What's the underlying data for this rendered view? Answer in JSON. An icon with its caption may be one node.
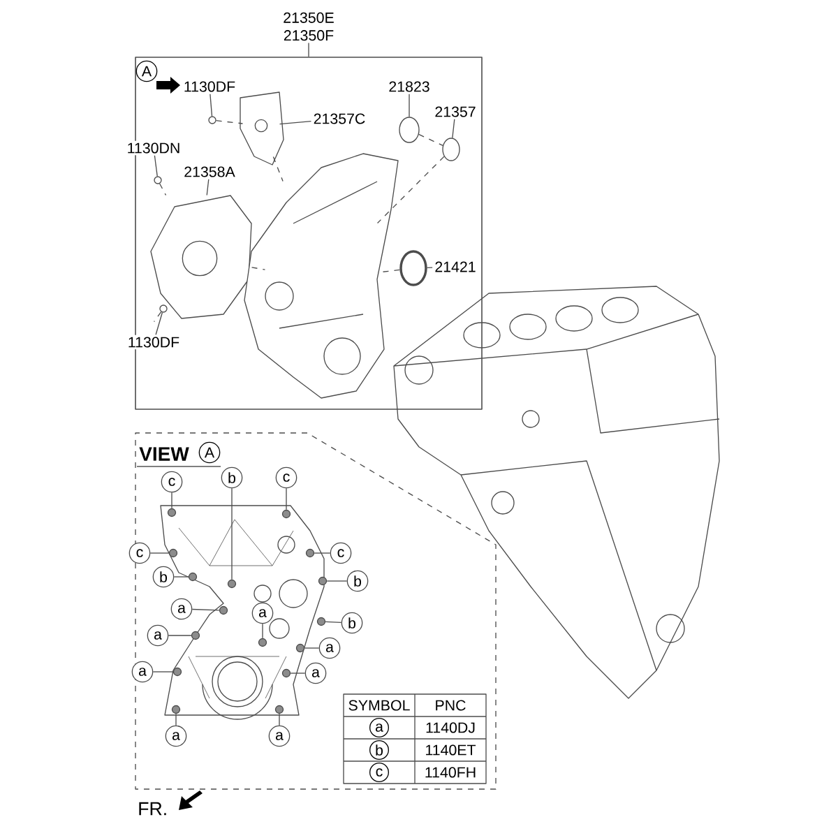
{
  "diagram": {
    "nodes": [
      {
        "text": [
          "21350E",
          "21350F"
        ]
      },
      {
        "text": [],
        "shape": "box"
      },
      {
        "text": [
          "1130DF"
        ],
        "in": 1
      },
      {
        "text": [
          "21357C"
        ],
        "in": 1
      },
      {
        "text": [
          "21823"
        ],
        "in": 1
      },
      {
        "text": [
          "21357"
        ],
        "in": 1
      },
      {
        "text": [
          "1130DN"
        ],
        "in": 1
      },
      {
        "text": [
          "21358A"
        ],
        "in": 1
      },
      {
        "text": [
          "21421"
        ],
        "in": 1
      },
      {
        "text": [
          "1130DF"
        ],
        "in": 1
      },
      {
        "text": [],
        "shape": "circle",
        "in": 1
      },
      {
        "text": [],
        "shape": "picture",
        "in": 1
      },
      {
        "text": [],
        "shape": "circle",
        "in": 1
      },
      {
        "text": [],
        "shape": "circle",
        "in": 1
      },
      {
        "text": [],
        "shape": "circle",
        "in": 1
      },
      {
        "text": [],
        "shape": "picture",
        "in": 1
      },
      {
        "text": [],
        "shape": "circle",
        "in": 1
      },
      {
        "text": [],
        "shape": "circle",
        "in": 1
      },
      {
        "text": [
          "c"
        ]
      },
      {
        "text": [
          "b"
        ]
      },
      {
        "text": [
          "c"
        ]
      },
      {
        "text": [
          "c"
        ]
      },
      {
        "text": [
          "c"
        ]
      },
      {
        "text": [
          "b"
        ]
      },
      {
        "text": [
          "b"
        ]
      },
      {
        "text": [
          "a"
        ]
      },
      {
        "text": [
          "a"
        ]
      },
      {
        "text": [
          "b"
        ]
      },
      {
        "text": [
          "a"
        ]
      },
      {
        "text": [
          "a"
        ]
      },
      {
        "text": [
          "a"
        ]
      },
      {
        "text": [
          "a"
        ]
      },
      {
        "text": [
          "a"
        ]
      },
      {
        "text": [
          "a"
        ]
      },
      {
        "text": [],
        "shape": "circle"
      },
      {
        "text": [],
        "shape": "circle"
      },
      {
        "text": [],
        "shape": "circle"
      },
      {
        "text": [],
        "shape": "circle"
      },
      {
        "text": [],
        "shape": "circle"
      },
      {
        "text": [],
        "shape": "circle"
      },
      {
        "text": [],
        "shape": "circle"
      },
      {
        "text": [],
        "shape": "circle"
      },
      {
        "text": [],
        "shape": "circle"
      },
      {
        "text": [],
        "shape": "circle"
      },
      {
        "text": [],
        "shape": "circle"
      },
      {
        "text": [],
        "shape": "circle"
      },
      {
        "text": [],
        "shape": "circle"
      },
      {
        "text": [],
        "shape": "circle"
      },
      {
        "text": [],
        "shape": "circle"
      },
      {
        "text": [],
        "shape": "circle"
      },
      {
        "text": [],
        "shape": "picture",
        "in": 1
      }
    ],
    "edges": [
      {
        "from": 0,
        "to": 1,
        "arrow": "none"
      },
      {
        "from": 2,
        "to": 10,
        "arrow": "none"
      },
      {
        "from": 3,
        "to": 11,
        "arrow": "none"
      },
      {
        "from": 4,
        "to": 12,
        "arrow": "none"
      },
      {
        "from": 5,
        "to": 13,
        "arrow": "none"
      },
      {
        "from": 6,
        "to": 14,
        "arrow": "none"
      },
      {
        "from": 7,
        "to": 15,
        "arrow": "none"
      },
      {
        "from": 8,
        "to": 16,
        "arrow": "none"
      },
      {
        "from": 9,
        "to": 17,
        "arrow": "none"
      },
      {
        "from": 18,
        "to": 34,
        "arrow": "none"
      },
      {
        "from": 19,
        "to": 35,
        "arrow": "none"
      },
      {
        "from": 20,
        "to": 36,
        "arrow": "none"
      },
      {
        "from": 21,
        "to": 37,
        "arrow": "none"
      },
      {
        "from": 22,
        "to": 38,
        "arrow": "none"
      },
      {
        "from": 23,
        "to": 39,
        "arrow": "none"
      },
      {
        "from": 24,
        "to": 40,
        "arrow": "none"
      },
      {
        "from": 25,
        "to": 41,
        "arrow": "none"
      },
      {
        "from": 26,
        "to": 42,
        "arrow": "none"
      },
      {
        "from": 27,
        "to": 43,
        "arrow": "none"
      },
      {
        "from": 28,
        "to": 44,
        "arrow": "none"
      },
      {
        "from": 29,
        "to": 45,
        "arrow": "none"
      },
      {
        "from": 30,
        "to": 46,
        "arrow": "none"
      },
      {
        "from": 31,
        "to": 47,
        "arrow": "none"
      },
      {
        "from": 32,
        "to": 48,
        "arrow": "none"
      },
      {
        "from": 33,
        "to": 49,
        "arrow": "none"
      },
      {
        "from": 10,
        "to": 11,
        "arrow": "none",
        "style": "dashed"
      },
      {
        "from": 11,
        "to": 50,
        "arrow": "none",
        "style": "dashed"
      },
      {
        "from": 12,
        "to": 13,
        "arrow": "none",
        "style": "dashed"
      },
      {
        "from": 13,
        "to": 50,
        "arrow": "none",
        "style": "dashed"
      },
      {
        "from": 14,
        "to": 15,
        "arrow": "none",
        "style": "dashed"
      },
      {
        "from": 17,
        "to": 15,
        "arrow": "none",
        "style": "dashed"
      },
      {
        "from": 15,
        "to": 50,
        "arrow": "none",
        "style": "dashed"
      },
      {
        "from": 16,
        "to": 50,
        "arrow": "none",
        "style": "dashed"
      }
    ],
    "labels": [
      "A",
      "VIEW",
      "A",
      "SYMBOL",
      "PNC",
      "a",
      "1140DJ",
      "b",
      "1140ET",
      "c",
      "1140FH",
      "FR."
    ]
  }
}
